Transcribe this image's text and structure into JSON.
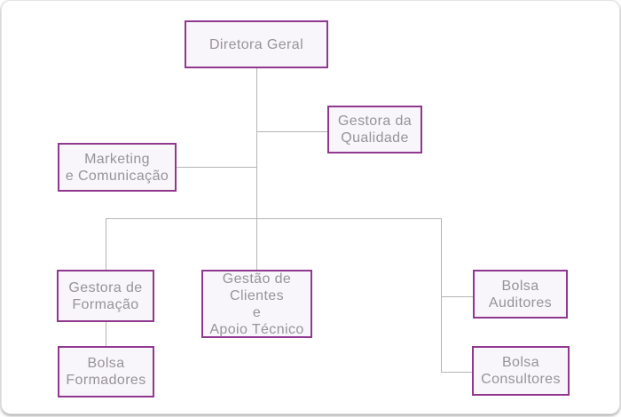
{
  "org_chart": {
    "type": "org-tree",
    "nodes": [
      {
        "id": "diretora-geral",
        "label": "Diretora Geral",
        "reports_to": null
      },
      {
        "id": "gestora-da-qualidade",
        "label": "Gestora da\nQualidade",
        "reports_to": "diretora-geral"
      },
      {
        "id": "marketing-comunicacao",
        "label": "Marketing\ne Comunicação",
        "reports_to": "diretora-geral"
      },
      {
        "id": "gestora-de-formacao",
        "label": "Gestora de\nFormação",
        "reports_to": "diretora-geral"
      },
      {
        "id": "gestao-clientes-apoio",
        "label": "Gestão de\nClientes\ne\nApoio Técnico",
        "reports_to": "diretora-geral"
      },
      {
        "id": "bolsa-auditores",
        "label": "Bolsa\nAuditores",
        "reports_to": "diretora-geral"
      },
      {
        "id": "bolsa-consultores",
        "label": "Bolsa\nConsultores",
        "reports_to": "diretora-geral"
      },
      {
        "id": "bolsa-formadores",
        "label": "Bolsa\nFormadores",
        "reports_to": "gestora-de-formacao"
      }
    ],
    "colors": {
      "node_border": "#90378f",
      "node_fill": "#f8f6fa",
      "node_text": "#97939a",
      "connector": "#b4b4b4"
    }
  }
}
